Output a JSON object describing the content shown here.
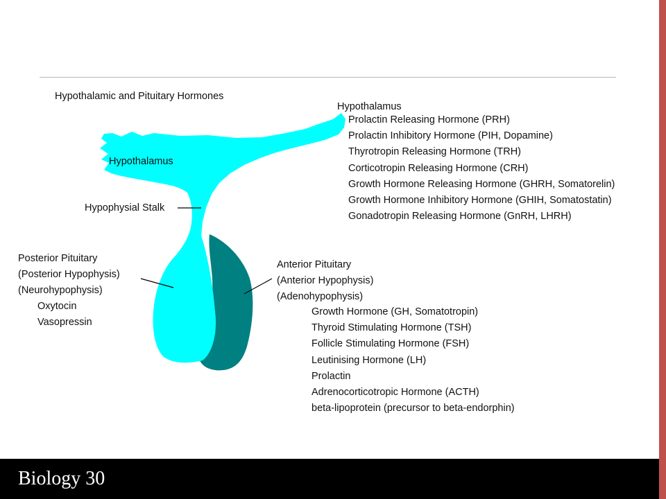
{
  "diagram": {
    "title": "Hypothalamic and Pituitary Hormones",
    "hypothalamus_shape_label": "Hypothalamus",
    "stalk_label": "Hypophysial Stalk",
    "hypothalamus_heading": "Hypothalamus",
    "hypothalamus_hormones": [
      "Prolactin Releasing Hormone (PRH)",
      "Prolactin Inhibitory Hormone (PIH, Dopamine)",
      "Thyrotropin Releasing Hormone (TRH)",
      "Corticotropin Releasing Hormone (CRH)",
      "Growth Hormone Releasing Hormone (GHRH, Somatorelin)",
      "Growth Hormone Inhibitory Hormone (GHIH, Somatostatin)",
      "Gonadotropin Releasing Hormone (GnRH, LHRH)"
    ],
    "posterior": {
      "heading_lines": [
        "Posterior Pituitary",
        "(Posterior Hypophysis)",
        "(Neurohypophysis)"
      ],
      "hormones": [
        "Oxytocin",
        "Vasopressin"
      ]
    },
    "anterior": {
      "heading_lines": [
        "Anterior Pituitary",
        "(Anterior Hypophysis)",
        "(Adenohypophysis)"
      ],
      "hormones": [
        "Growth Hormone (GH, Somatotropin)",
        "Thyroid Stimulating Hormone (TSH)",
        "Follicle Stimulating Hormone (FSH)",
        "Leutinising Hormone (LH)",
        "Prolactin",
        "Adrenocorticotropic Hormone (ACTH)",
        "beta-lipoprotein (precursor to beta-endorphin)"
      ]
    },
    "colors": {
      "hypothalamus_posterior": "#00ffff",
      "anterior": "#008080",
      "accent": "#c0504d",
      "footer": "#000000"
    }
  },
  "footer": {
    "label": "Biology 30"
  }
}
